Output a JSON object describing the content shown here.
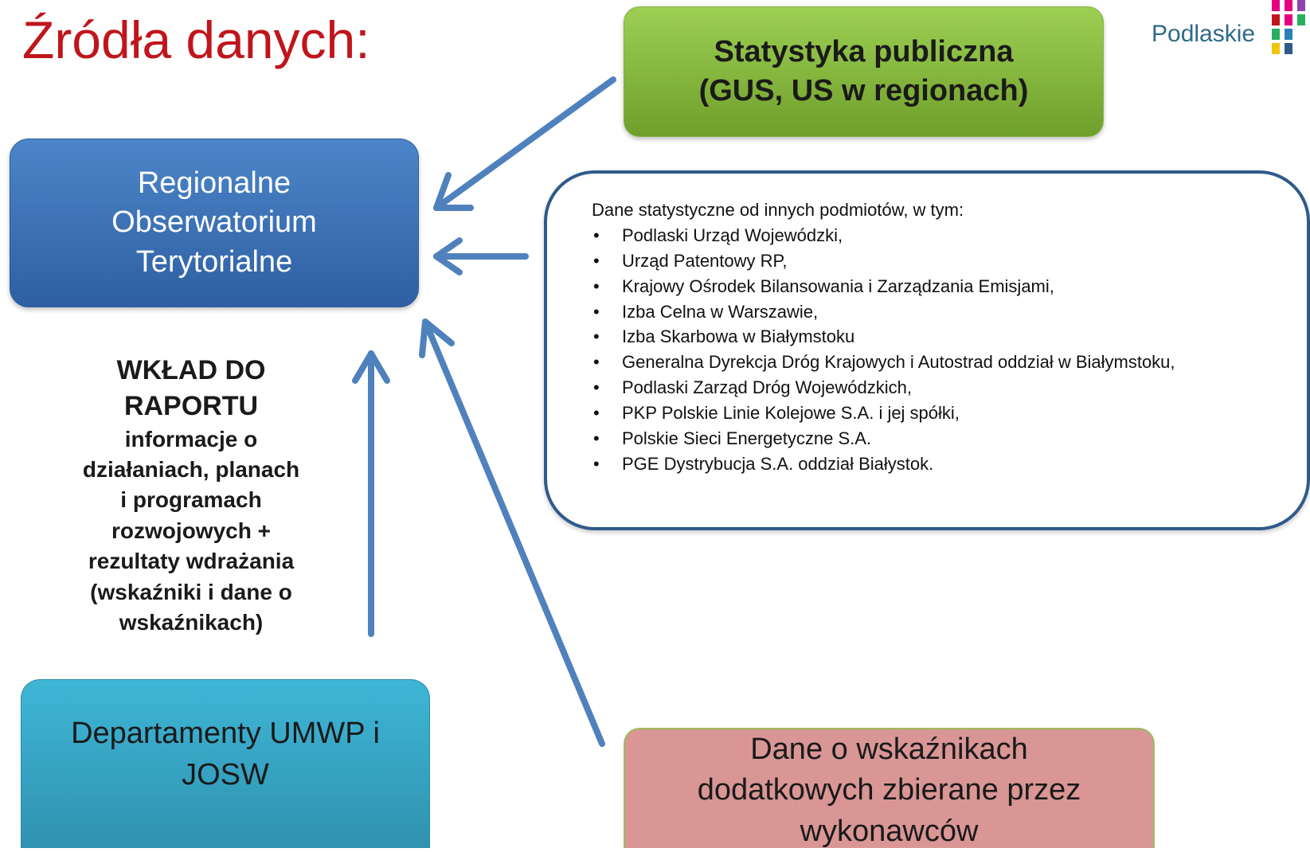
{
  "title": "Źródła danych:",
  "logo": {
    "text": "Podlaskie"
  },
  "boxes": {
    "statystyka": {
      "line1": "Statystyka publiczna",
      "line2": "(GUS, US w regionach)"
    },
    "rot": {
      "line1": "Regionalne",
      "line2": "Obserwatorium",
      "line3": "Terytorialne"
    },
    "departamenty": {
      "line1": "Departamenty UMWP i",
      "line2": "JOSW"
    },
    "wskazniki": {
      "line1": "Dane o wskaźnikach",
      "line2": "dodatkowych zbierane przez",
      "line3": "wykonawców"
    },
    "dane_inne": {
      "intro": "Dane statystyczne od innych podmiotów, w tym:",
      "items": [
        "Podlaski Urząd Wojewódzki,",
        "Urząd Patentowy RP,",
        "Krajowy Ośrodek Bilansowania i Zarządzania Emisjami,",
        "Izba Celna w Warszawie,",
        "Izba Skarbowa w Białymstoku",
        "Generalna Dyrekcja Dróg Krajowych i Autostrad oddział w Białymstoku,",
        "Podlaski Zarząd Dróg Wojewódzkich,",
        "PKP Polskie Linie Kolejowe S.A. i jej spółki,",
        "Polskie Sieci Energetyczne S.A.",
        "PGE Dystrybucja S.A. oddział Białystok."
      ]
    }
  },
  "contribution": {
    "title_line1": "WKŁAD DO",
    "title_line2": "RAPORTU",
    "body": [
      "informacje o",
      "działaniach, planach",
      "i programach",
      "rozwojowych +",
      "rezultaty wdrażania",
      "(wskaźniki i dane o",
      "wskaźnikach)"
    ]
  },
  "colors": {
    "title": "#c0151c",
    "arrow": "#4f81bd",
    "statystyka": "#8bc34a",
    "rot": "#3a72b8",
    "departamenty": "#35a6c6",
    "wskazniki": "#d99695",
    "dane_border": "#2e5b8c"
  }
}
